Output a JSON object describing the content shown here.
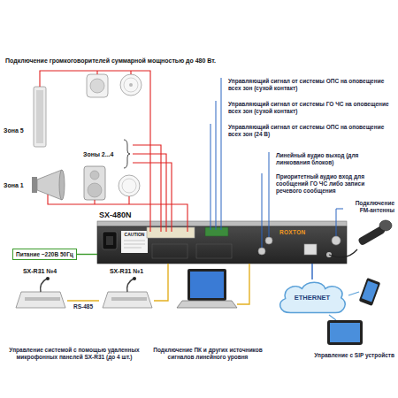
{
  "diagram": {
    "title": "Подключение громкоговорителей суммарной мощностью до 480 Вт.",
    "nodes": [
      {
        "text": [
          "SX-480N"
        ]
      },
      {
        "text": [
          "Питание ~220В 50Гц"
        ]
      },
      {
        "text": [
          "SX-R31 №4"
        ]
      },
      {
        "text": [
          "SX-R31 №1"
        ]
      },
      {
        "text": [
          "ETHERNET"
        ]
      }
    ],
    "edges": [
      {
        "from": 1,
        "to": 0,
        "arrow": "none"
      },
      {
        "from": 2,
        "to": 3,
        "label": "RS-485",
        "arrow": "none"
      },
      {
        "from": 3,
        "to": 0,
        "arrow": "none"
      },
      {
        "from": 0,
        "to": 4,
        "arrow": "none"
      }
    ],
    "labels": [
      "Зона 5",
      "Зоны 2...4",
      "Зона 1",
      "CAUTION",
      "ROXTON",
      "Управляющий сигнал от системы ОПС на оповещение всех зон (сухой контакт)",
      "Управляющий сигнал от системы ГО ЧС на оповещение всех зон (сухой контакт)",
      "Управляющий сигнал от системы ОПС на оповещение всех зон (24 В)",
      "Линейный аудио выход (для линкования блоков)",
      "Приоритетный аудио вход для сообщений ГО ЧС либо записи речевого сообщения",
      "Подключение FM-антенны",
      "Управление системой с помощью удаленных микрофонных панелей SX-R31 (до 4 шт.)",
      "Подключение ПК и других источников сигналов линейного уровня",
      "Управление с SIP устройств"
    ]
  }
}
